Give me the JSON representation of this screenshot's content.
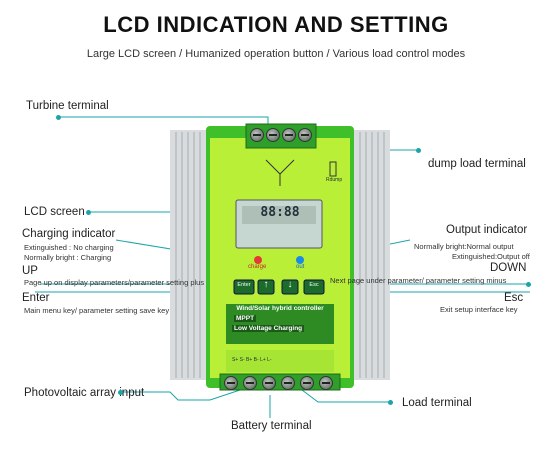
{
  "header": {
    "title": "LCD INDICATION AND SETTING",
    "subtitle": "Large LCD screen / Humanized operation button / Various load control modes"
  },
  "callouts": {
    "turbine_terminal": "Turbine terminal",
    "dump_load_terminal": "dump load terminal",
    "lcd_screen": "LCD screen",
    "charging_indicator": "Charging indicator",
    "charging_indicator_desc1": "Extinguished : No charging",
    "charging_indicator_desc2": "Normally bright : Charging",
    "output_indicator": "Output indicator",
    "output_indicator_desc1": "Normally bright:Normal output",
    "output_indicator_desc2": "Extinguished:Output off",
    "up": "UP",
    "up_desc": "Page up on display parameters/parameter setting plus",
    "down": "DOWN",
    "down_desc": "Next page under parameter/ parameter setting minus",
    "enter": "Enter",
    "enter_desc": "Main menu key/ parameter setting save key",
    "esc": "Esc",
    "esc_desc": "Exit setup interface key",
    "pv_input": "Photovoltaic array input",
    "battery_terminal": "Battery terminal",
    "load_terminal": "Load terminal"
  },
  "device": {
    "lcd_digits": "88:88",
    "led_charge_label": "charge",
    "led_out_label": "out",
    "btn_enter": "Enter",
    "btn_esc": "Esc",
    "model_line1": "Wind/Solar hybrid controller",
    "model_line2": "MPPT",
    "model_line3": "Low Voltage Charging",
    "bottom_labels": "S+  S-   B+  B-   L+  L-",
    "rdump_label": "Rdump",
    "colors": {
      "body_green": "#3fbf2a",
      "callout_teal": "#1aa5a8",
      "led_red": "#e53935",
      "led_blue": "#1e88e5"
    }
  }
}
